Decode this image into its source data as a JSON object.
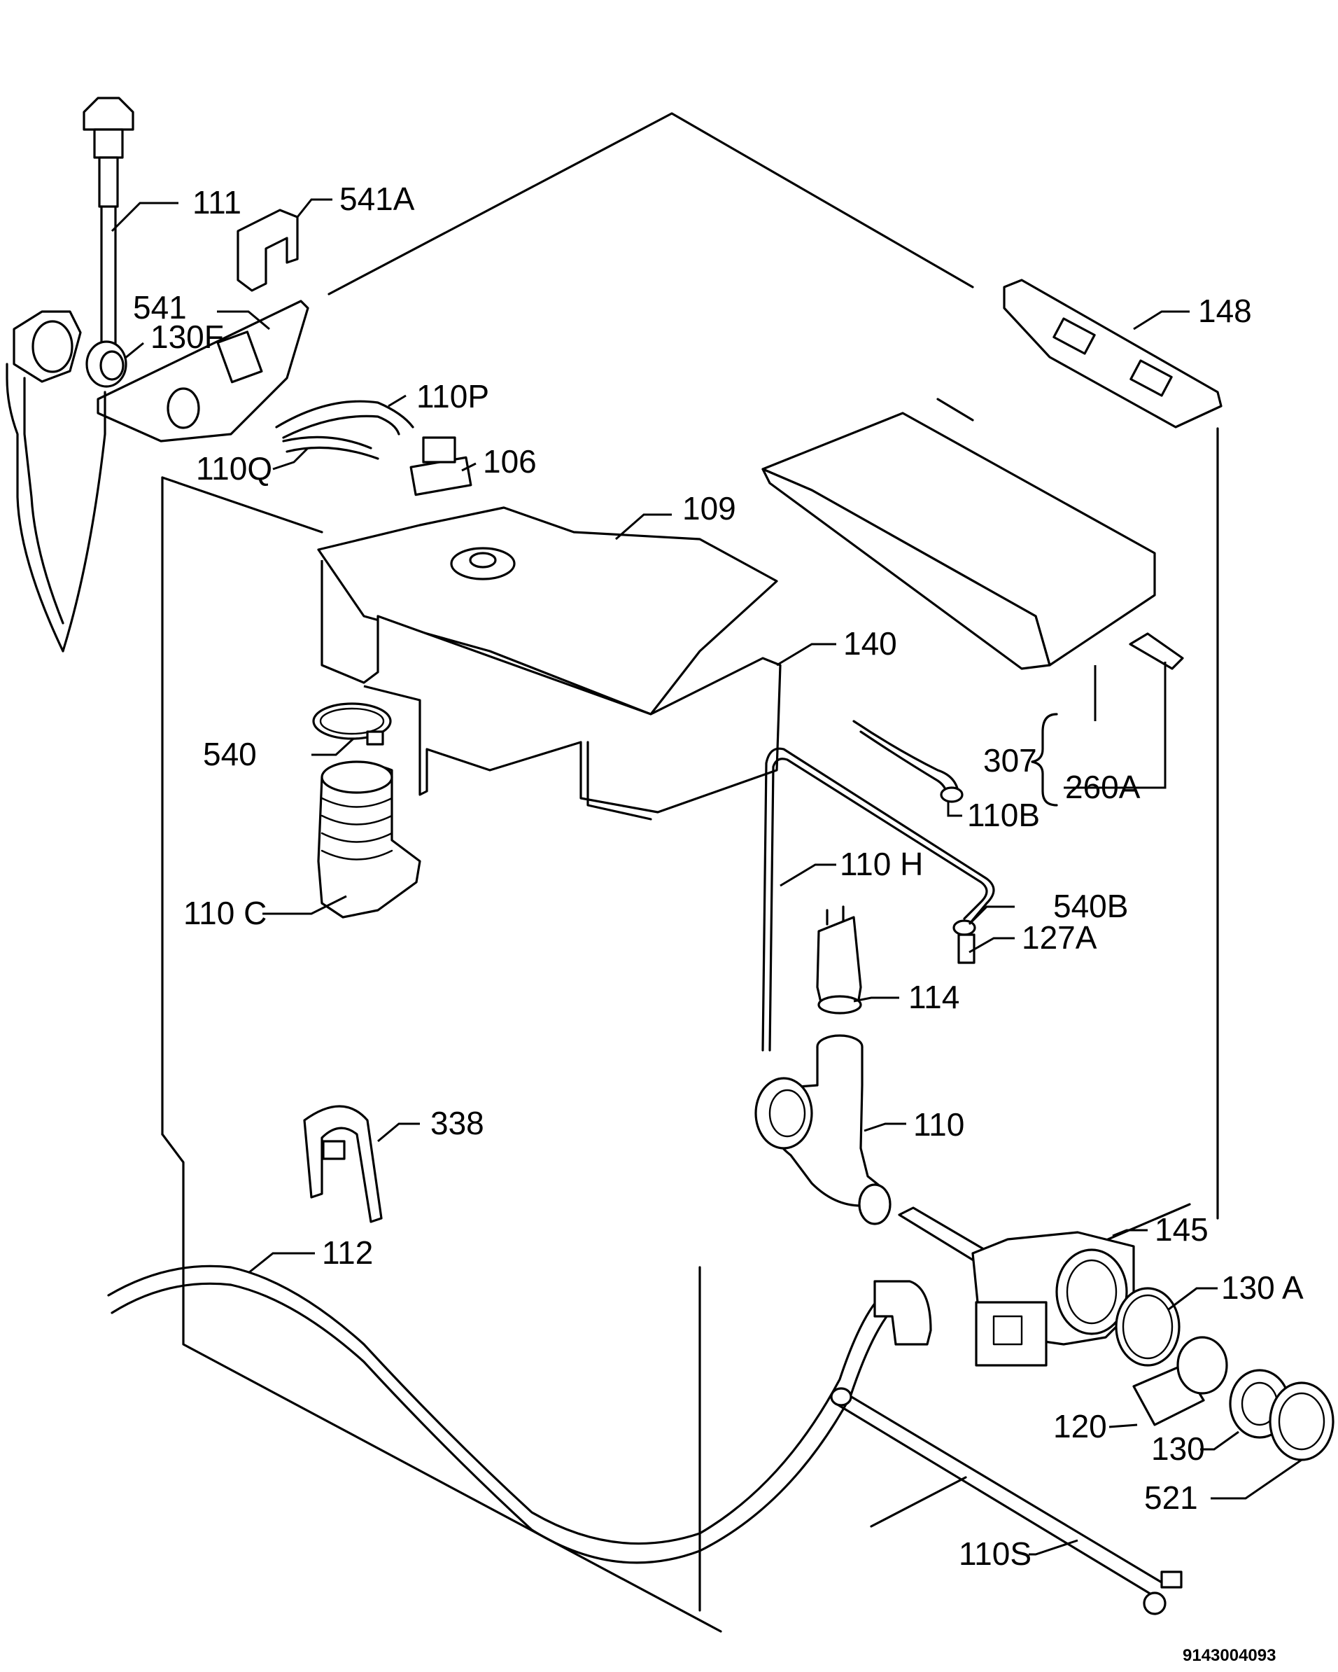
{
  "labels": {
    "p111": "111",
    "p541a": "541A",
    "p541": "541",
    "p130f": "130F",
    "p110p": "110P",
    "p110q": "110Q",
    "p106": "106",
    "p109": "109",
    "p148": "148",
    "p140": "140",
    "p540": "540",
    "p307": "307",
    "p260a": "260A",
    "p110b": "110B",
    "p110h": "110 H",
    "p110c": "110 C",
    "p540b": "540B",
    "p127a": "127A",
    "p114": "114",
    "p338": "338",
    "p110": "110",
    "p112": "112",
    "p145": "145",
    "p130a": "130 A",
    "p120": "120",
    "p130": "130",
    "p521": "521",
    "p110s": "110S"
  },
  "drawing_code": "9143004093"
}
